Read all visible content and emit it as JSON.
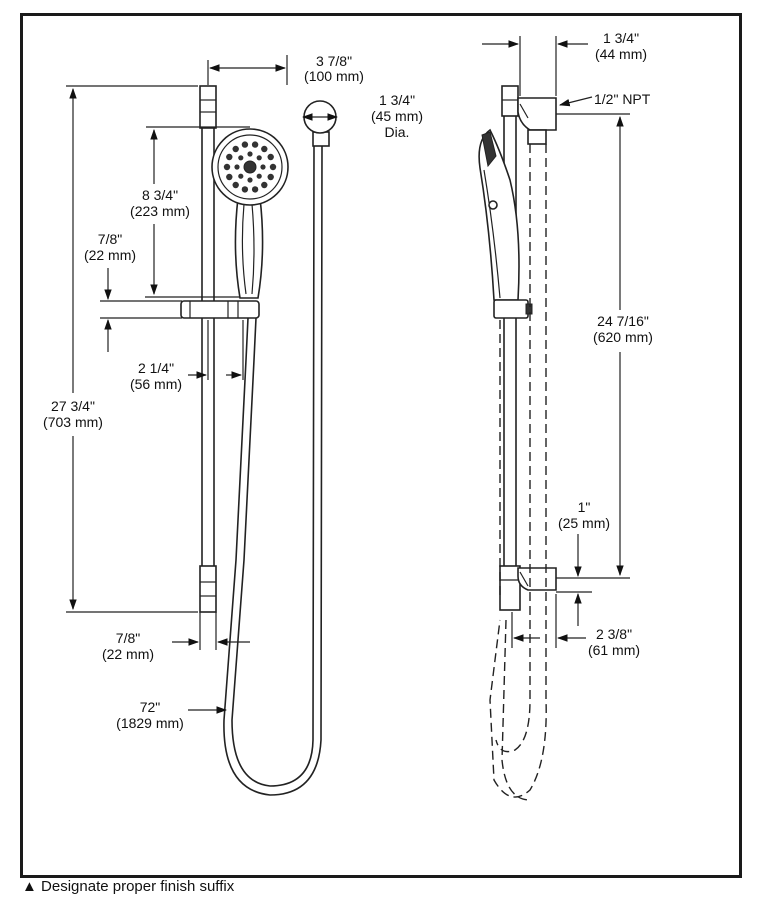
{
  "dimensions": {
    "head_offset": {
      "line1": "3 7/8\"",
      "line2": "(100 mm)"
    },
    "wall_mount_dia": {
      "line1": "1 3/4\"",
      "line2": "(45 mm)",
      "line3": "Dia."
    },
    "head_height": {
      "line1": "8 3/4\"",
      "line2": "(223 mm)"
    },
    "slider_height": {
      "line1": "7/8\"",
      "line2": "(22 mm)"
    },
    "slider_depth": {
      "line1": "2 1/4\"",
      "line2": "(56 mm)"
    },
    "bar_length": {
      "line1": "27 3/4\"",
      "line2": "(703 mm)"
    },
    "bar_dia": {
      "line1": "7/8\"",
      "line2": "(22 mm)"
    },
    "hose_length": {
      "line1": "72\"",
      "line2": "(1829 mm)"
    },
    "elbow_width": {
      "line1": "1 3/4\"",
      "line2": "(44 mm)"
    },
    "npt": {
      "line1": "1/2\" NPT"
    },
    "outlet_spacing": {
      "line1": "24 7/16\"",
      "line2": "(620 mm)"
    },
    "bracket_height": {
      "line1": "1\"",
      "line2": "(25 mm)"
    },
    "bracket_projection": {
      "line1": "2 3/8\"",
      "line2": "(61 mm)"
    }
  },
  "footnote": {
    "symbol": "▲",
    "text": "Designate proper finish suffix"
  }
}
